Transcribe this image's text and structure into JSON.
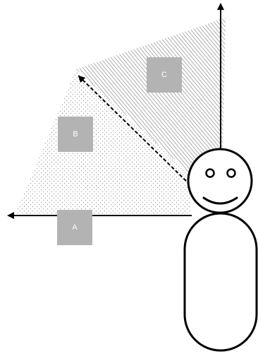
{
  "colors": {
    "background": "#ffffff",
    "line": "#000000",
    "label_box": "#b3b3b3",
    "label_text": "#ffffff",
    "dot_fill": "#9a9a9a",
    "hatch": "#8a8a8a"
  },
  "regions": [
    {
      "id": "A",
      "label": "A",
      "pattern": "dotted"
    },
    {
      "id": "B",
      "label": "B",
      "pattern": "dotted"
    },
    {
      "id": "C",
      "label": "C",
      "pattern": "hatched"
    }
  ],
  "figure": {
    "face": "smiley",
    "direction_arrows": [
      "left",
      "up-left",
      "up"
    ]
  }
}
